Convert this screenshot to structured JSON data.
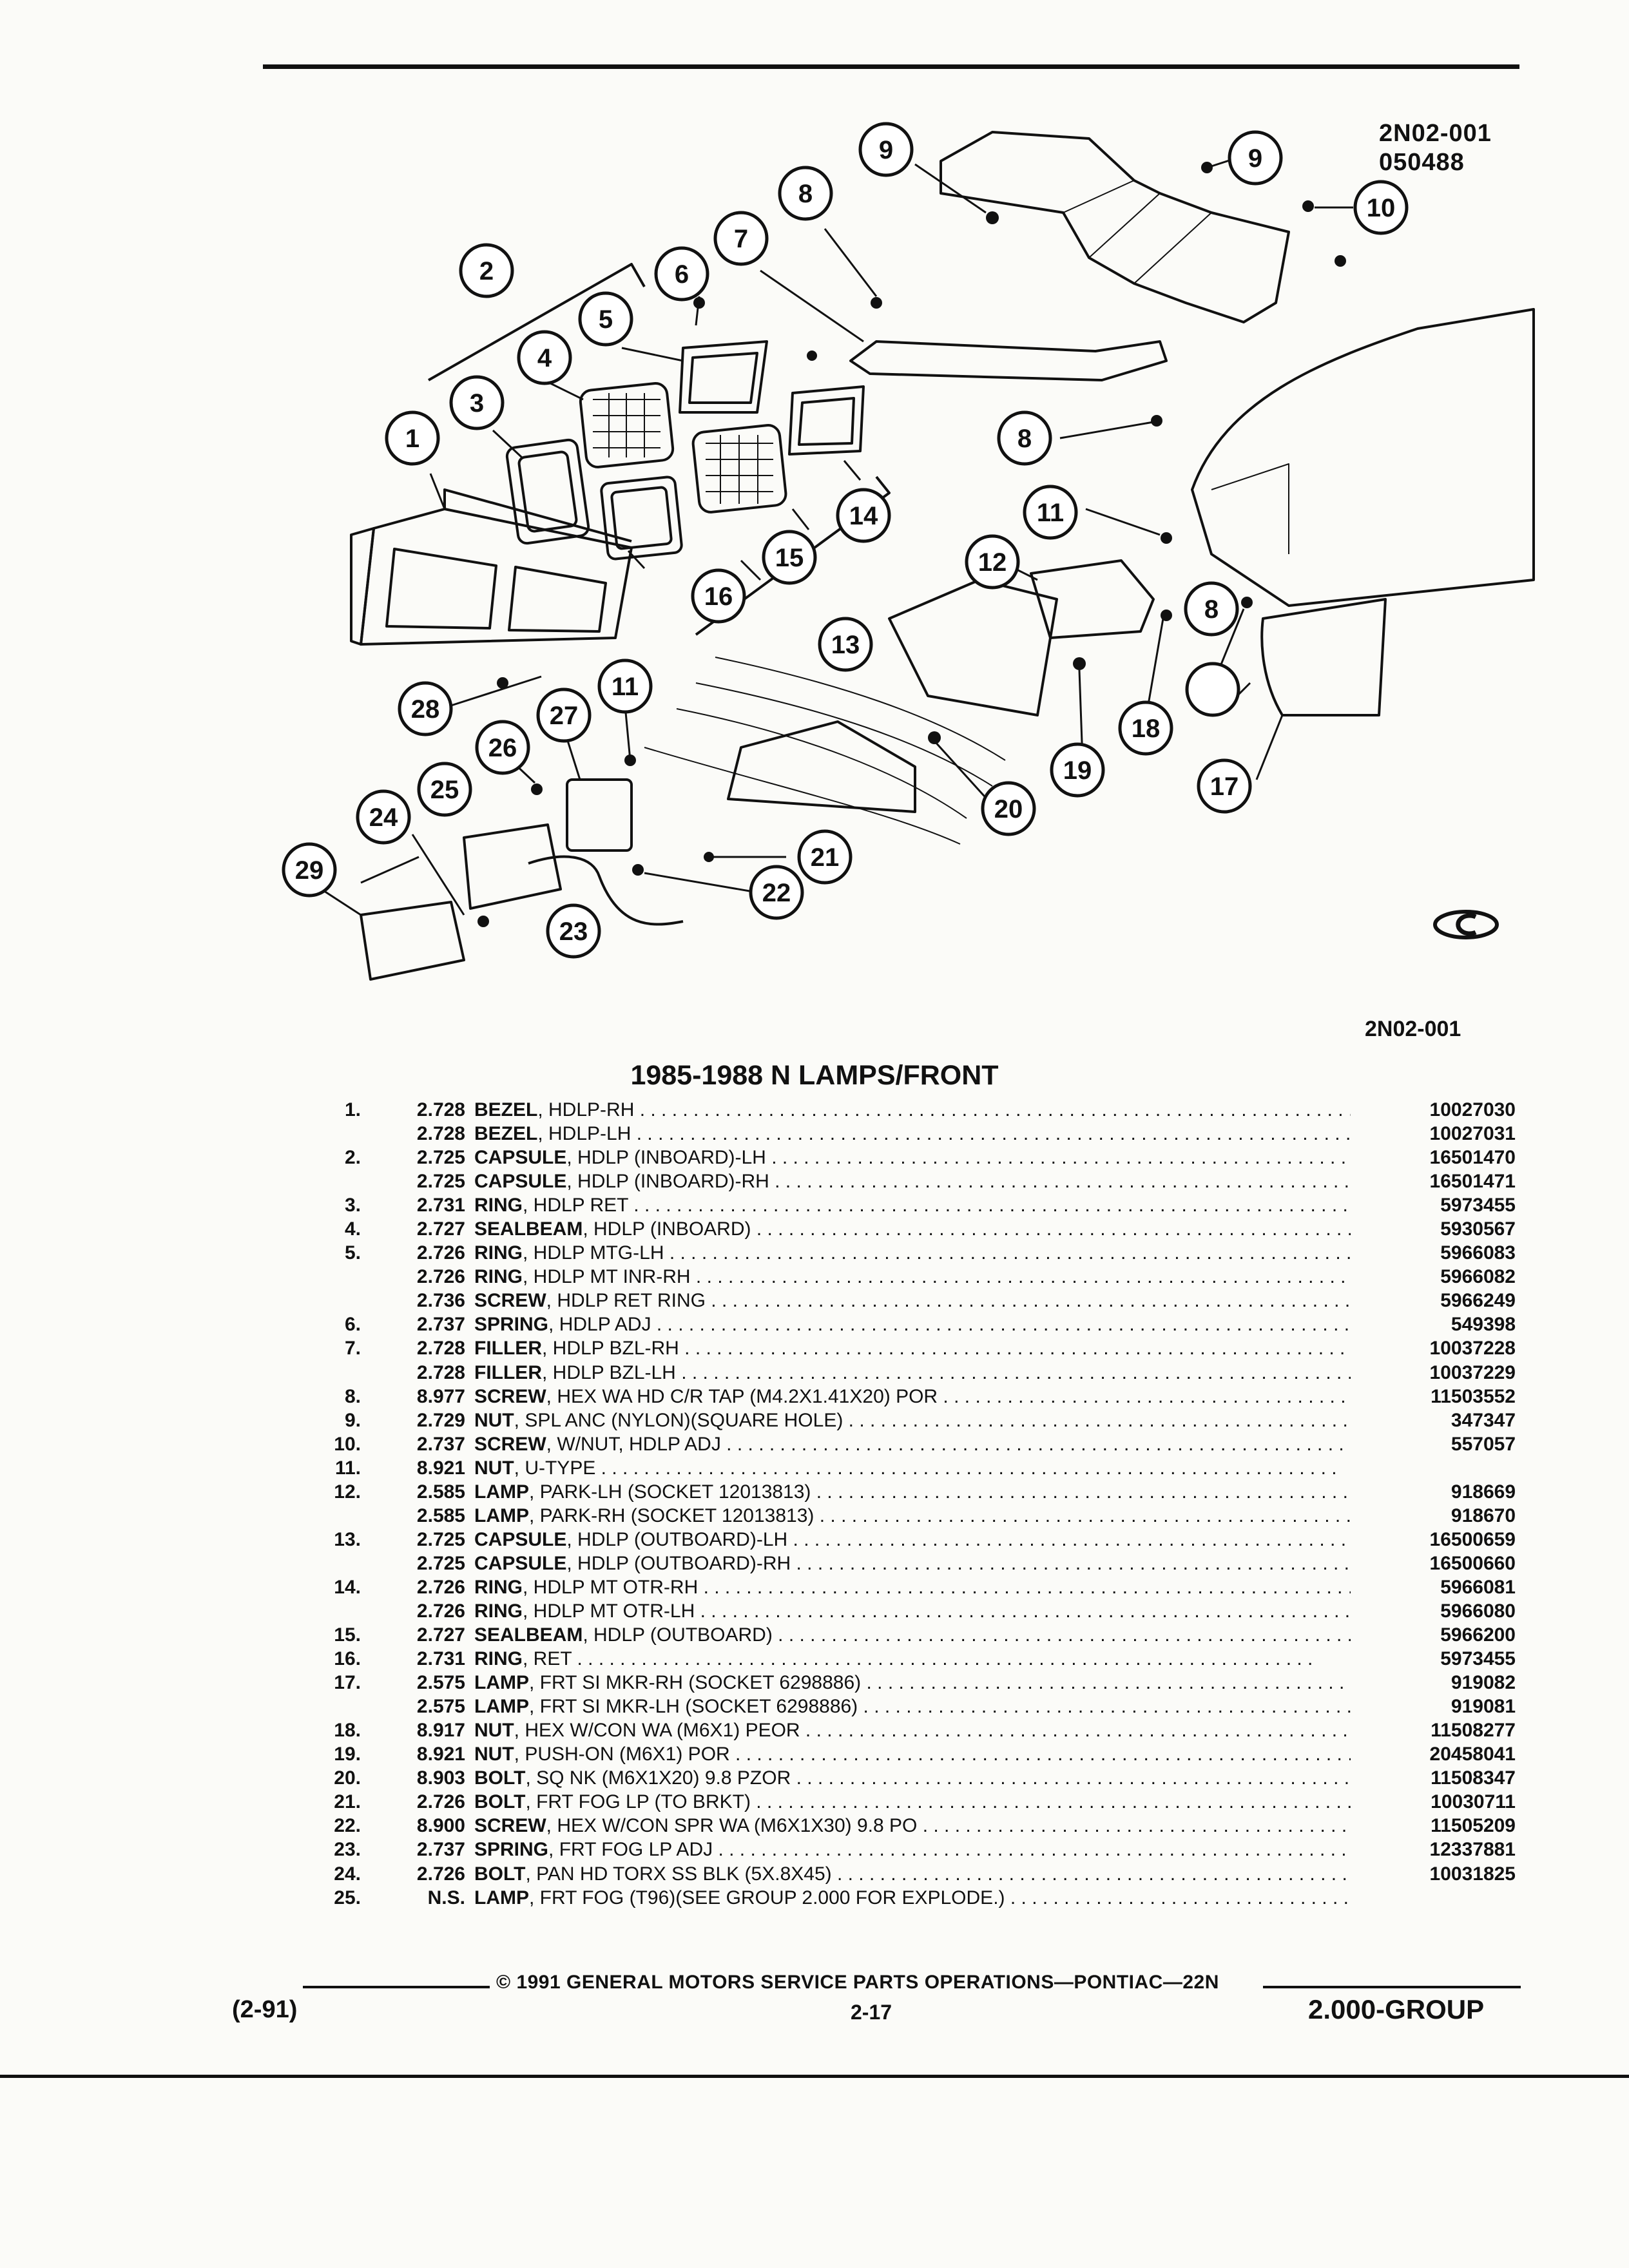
{
  "diagram": {
    "figure_code": "2N02-001",
    "figure_date": "050488",
    "figure_id_bottom": "2N02-001",
    "callouts": [
      "1",
      "2",
      "3",
      "4",
      "5",
      "6",
      "7",
      "8",
      "9",
      "10",
      "11",
      "12",
      "13",
      "14",
      "15",
      "16",
      "17",
      "18",
      "19",
      "20",
      "21",
      "22",
      "23",
      "24",
      "25",
      "26",
      "27",
      "28",
      "29"
    ]
  },
  "title": "1985-1988 N LAMPS/FRONT",
  "parts": [
    {
      "num": "1.",
      "group": "2.728",
      "name": "BEZEL",
      "detail": ", HDLP-RH",
      "part_no": "10027030"
    },
    {
      "num": "",
      "group": "2.728",
      "name": "BEZEL",
      "detail": ", HDLP-LH",
      "part_no": "10027031"
    },
    {
      "num": "2.",
      "group": "2.725",
      "name": "CAPSULE",
      "detail": ", HDLP (INBOARD)-LH",
      "part_no": "16501470"
    },
    {
      "num": "",
      "group": "2.725",
      "name": "CAPSULE",
      "detail": ", HDLP (INBOARD)-RH",
      "part_no": "16501471"
    },
    {
      "num": "3.",
      "group": "2.731",
      "name": "RING",
      "detail": ", HDLP RET",
      "part_no": "5973455"
    },
    {
      "num": "4.",
      "group": "2.727",
      "name": "SEALBEAM",
      "detail": ", HDLP (INBOARD)",
      "part_no": "5930567"
    },
    {
      "num": "5.",
      "group": "2.726",
      "name": "RING",
      "detail": ", HDLP MTG-LH",
      "part_no": "5966083"
    },
    {
      "num": "",
      "group": "2.726",
      "name": "RING",
      "detail": ", HDLP MT INR-RH",
      "part_no": "5966082"
    },
    {
      "num": "",
      "group": "2.736",
      "name": "SCREW",
      "detail": ", HDLP RET RING",
      "part_no": "5966249"
    },
    {
      "num": "6.",
      "group": "2.737",
      "name": "SPRING",
      "detail": ", HDLP ADJ",
      "part_no": "549398"
    },
    {
      "num": "7.",
      "group": "2.728",
      "name": "FILLER",
      "detail": ", HDLP BZL-RH",
      "part_no": "10037228"
    },
    {
      "num": "",
      "group": "2.728",
      "name": "FILLER",
      "detail": ", HDLP BZL-LH",
      "part_no": "10037229"
    },
    {
      "num": "8.",
      "group": "8.977",
      "name": "SCREW",
      "detail": ", HEX WA HD C/R TAP (M4.2X1.41X20) POR",
      "part_no": "11503552"
    },
    {
      "num": "9.",
      "group": "2.729",
      "name": "NUT",
      "detail": ", SPL ANC (NYLON)(SQUARE HOLE)",
      "part_no": "347347"
    },
    {
      "num": "10.",
      "group": "2.737",
      "name": "SCREW",
      "detail": ", W/NUT, HDLP ADJ",
      "part_no": "557057"
    },
    {
      "num": "11.",
      "group": "8.921",
      "name": "NUT",
      "detail": ", U-TYPE",
      "part_no": ""
    },
    {
      "num": "12.",
      "group": "2.585",
      "name": "LAMP",
      "detail": ", PARK-LH (SOCKET 12013813)",
      "part_no": "918669"
    },
    {
      "num": "",
      "group": "2.585",
      "name": "LAMP",
      "detail": ", PARK-RH (SOCKET 12013813)",
      "part_no": "918670"
    },
    {
      "num": "13.",
      "group": "2.725",
      "name": "CAPSULE",
      "detail": ", HDLP (OUTBOARD)-LH",
      "part_no": "16500659"
    },
    {
      "num": "",
      "group": "2.725",
      "name": "CAPSULE",
      "detail": ", HDLP (OUTBOARD)-RH",
      "part_no": "16500660"
    },
    {
      "num": "14.",
      "group": "2.726",
      "name": "RING",
      "detail": ", HDLP MT OTR-RH",
      "part_no": "5966081"
    },
    {
      "num": "",
      "group": "2.726",
      "name": "RING",
      "detail": ", HDLP MT OTR-LH",
      "part_no": "5966080"
    },
    {
      "num": "15.",
      "group": "2.727",
      "name": "SEALBEAM",
      "detail": ", HDLP (OUTBOARD)",
      "part_no": "5966200"
    },
    {
      "num": "16.",
      "group": "2.731",
      "name": "RING",
      "detail": ", RET",
      "part_no": "5973455"
    },
    {
      "num": "17.",
      "group": "2.575",
      "name": "LAMP",
      "detail": ", FRT SI MKR-RH (SOCKET 6298886)",
      "part_no": "919082"
    },
    {
      "num": "",
      "group": "2.575",
      "name": "LAMP",
      "detail": ", FRT SI MKR-LH (SOCKET 6298886)",
      "part_no": "919081"
    },
    {
      "num": "18.",
      "group": "8.917",
      "name": "NUT",
      "detail": ", HEX W/CON WA (M6X1) PEOR",
      "part_no": "11508277"
    },
    {
      "num": "19.",
      "group": "8.921",
      "name": "NUT",
      "detail": ", PUSH-ON (M6X1) POR",
      "part_no": "20458041"
    },
    {
      "num": "20.",
      "group": "8.903",
      "name": "BOLT",
      "detail": ", SQ NK (M6X1X20) 9.8 PZOR",
      "part_no": "11508347"
    },
    {
      "num": "21.",
      "group": "2.726",
      "name": "BOLT",
      "detail": ", FRT FOG LP (TO BRKT)",
      "part_no": "10030711"
    },
    {
      "num": "22.",
      "group": "8.900",
      "name": "SCREW",
      "detail": ", HEX W/CON SPR WA (M6X1X30) 9.8 PO",
      "part_no": "11505209"
    },
    {
      "num": "23.",
      "group": "2.737",
      "name": "SPRING",
      "detail": ", FRT FOG LP ADJ",
      "part_no": "12337881"
    },
    {
      "num": "24.",
      "group": "2.726",
      "name": "BOLT",
      "detail": ", PAN HD TORX SS BLK (5X.8X45)",
      "part_no": "10031825"
    },
    {
      "num": "25.",
      "group": "N.S.",
      "name": "LAMP",
      "detail": ", FRT FOG (T96)(SEE GROUP 2.000 FOR EXPLODE.)",
      "part_no": ""
    }
  ],
  "footer": {
    "copyright": "© 1991 GENERAL MOTORS SERVICE PARTS OPERATIONS—PONTIAC—22N",
    "date": "(2-91)",
    "page": "2-17",
    "group": "2.000-GROUP"
  }
}
